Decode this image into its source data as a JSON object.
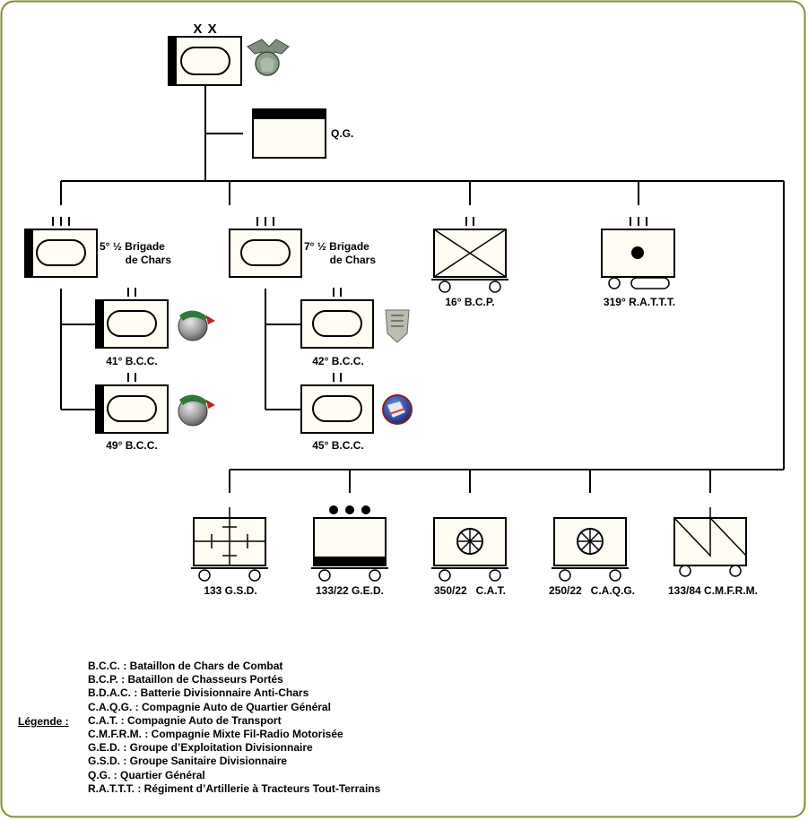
{
  "colors": {
    "frame": "#8a8a2c",
    "symbol_fill": "#fffdf3",
    "line": "#000000"
  },
  "division": {
    "echelon": "X X",
    "insignia": "division-insignia"
  },
  "hq": {
    "label": "Q.G."
  },
  "brigades": [
    {
      "echelon": "I I I",
      "name_line1": "5° ½ Brigade",
      "name_line2": "de Chars",
      "battalions": [
        {
          "label": "41° B.C.C.",
          "echelon": "I I",
          "insignia": "41-bcc-insignia"
        },
        {
          "label": "49° B.C.C.",
          "echelon": "I I",
          "insignia": "49-bcc-insignia"
        }
      ]
    },
    {
      "echelon": "I I I",
      "name_line1": "7° ½ Brigade",
      "name_line2": "de Chars",
      "battalions": [
        {
          "label": "42° B.C.C.",
          "echelon": "I I",
          "insignia": "42-bcc-insignia"
        },
        {
          "label": "45° B.C.C.",
          "echelon": "I I",
          "insignia": "45-bcc-insignia"
        }
      ]
    }
  ],
  "bcp": {
    "label": "16° B.C.P.",
    "echelon": "I I"
  },
  "rattt": {
    "label": "319° R.A.T.T.T.",
    "echelon": "I I I"
  },
  "services": [
    {
      "label": "133 G.S.D.",
      "symbol": "medical-cross"
    },
    {
      "label": "133/22 G.E.D.",
      "symbol": "three-dots-black-band"
    },
    {
      "label": "350/22   C.A.T.",
      "symbol": "wheel"
    },
    {
      "label": "250/22   C.A.Q.G.",
      "symbol": "wheel"
    },
    {
      "label": "133/84 C.M.F.R.M.",
      "symbol": "lightning"
    }
  ],
  "legend": {
    "title": "Légende :",
    "items": [
      "B.C.C. : Bataillon de Chars de Combat",
      "B.C.P. : Bataillon de Chasseurs Portés",
      "B.D.A.C. : Batterie Divisionnaire Anti-Chars",
      "C.A.Q.G. : Compagnie Auto de Quartier Général",
      "C.A.T. : Compagnie Auto de Transport",
      "C.M.F.R.M. : Compagnie Mixte Fil-Radio Motorisée",
      "G.E.D. : Groupe d’Exploitation Divisionnaire",
      "G.S.D. : Groupe Sanitaire Divisionnaire",
      "Q.G. : Quartier Général",
      "R.A.T.T.T. : Régiment d’Artillerie à Tracteurs Tout-Terrains"
    ]
  }
}
